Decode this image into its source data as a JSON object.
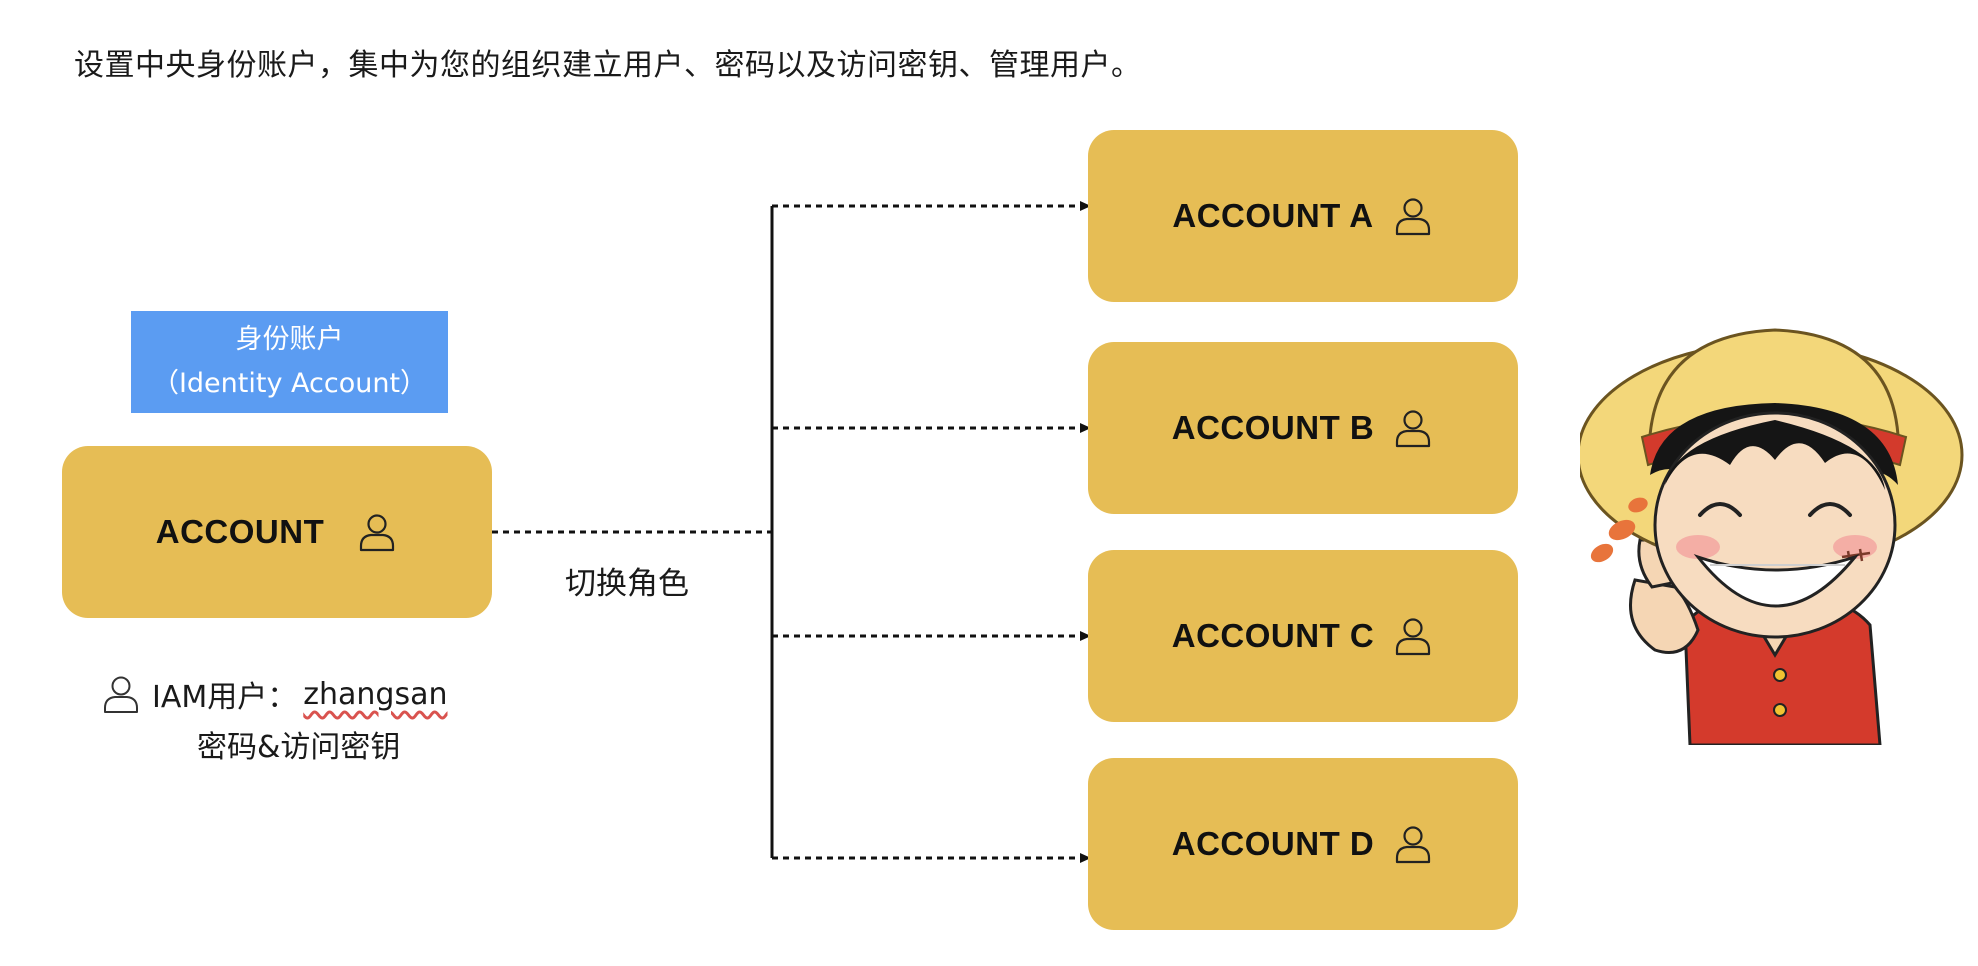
{
  "intro": "设置中央身份账户，集中为您的组织建立用户、密码以及访问密钥、管理用户。",
  "identity": {
    "title": "身份账户",
    "subtitle": "（Identity Account）"
  },
  "main_account": {
    "label": "ACCOUNT",
    "icon": "user-icon"
  },
  "switch_role": "切换角色",
  "accounts": [
    {
      "label": "ACCOUNT A",
      "icon": "user-icon"
    },
    {
      "label": "ACCOUNT B",
      "icon": "user-icon"
    },
    {
      "label": "ACCOUNT C",
      "icon": "user-icon"
    },
    {
      "label": "ACCOUNT D",
      "icon": "user-icon"
    }
  ],
  "iam": {
    "prefix": "IAM用户：",
    "username": "zhangsan",
    "credentials": "密码&访问密钥"
  },
  "colors": {
    "account_fill": "#e6bd55",
    "identity_fill": "#5b9cf2",
    "connector": "#111111"
  }
}
